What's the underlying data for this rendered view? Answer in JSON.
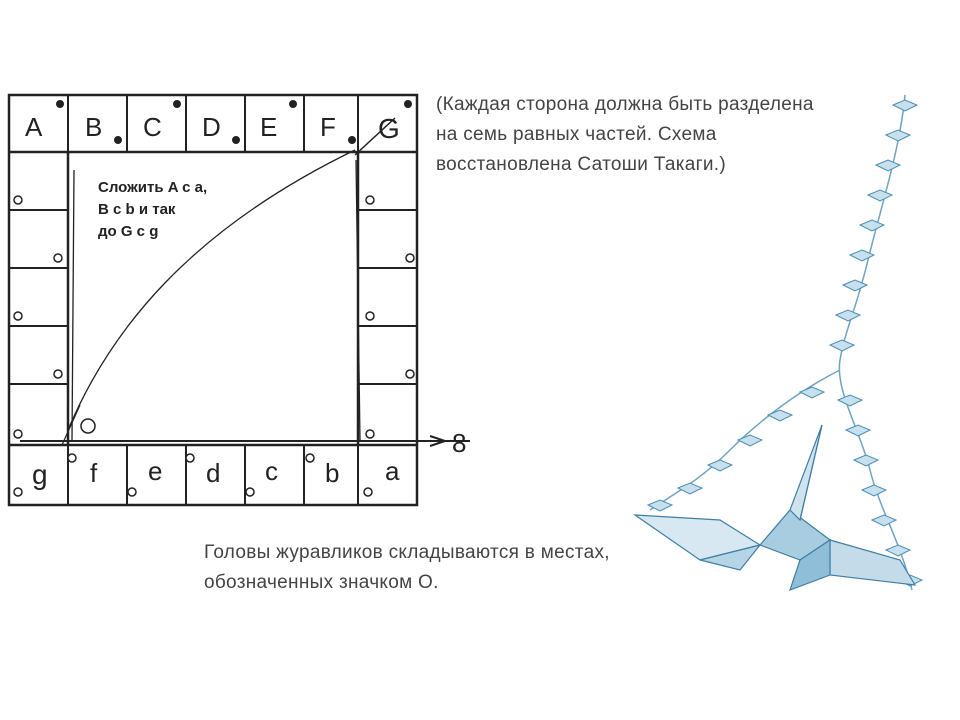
{
  "top_letters": [
    "A",
    "B",
    "C",
    "D",
    "E",
    "F",
    "G"
  ],
  "bottom_letters": [
    "g",
    "f",
    "e",
    "d",
    "c",
    "b",
    "a"
  ],
  "fold_instruction": {
    "line1": "Сложить A с a,",
    "line2": "B c b и так",
    "line3": "до G c g"
  },
  "caption_top": "(Каждая сторона должна быть разделена\nна семь равных частей. Схема\nвосстановлена Сатоши Такаги.)",
  "caption_bottom": "Головы журавликов складываются в местах,\nобозначенных значком О.",
  "colors": {
    "ink": "#222222",
    "caption": "#444444",
    "crane": "#7fb3cf",
    "crane_dark": "#3f7fa3"
  }
}
